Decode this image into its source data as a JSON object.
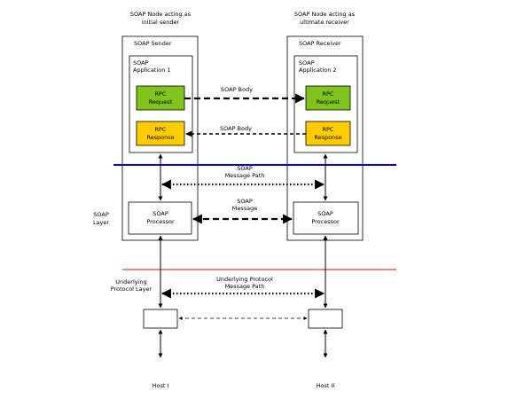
{
  "sender_node": {
    "caption": [
      "SOAP Node acting as",
      "initial sender"
    ],
    "title": "SOAP Sender",
    "application": [
      "SOAP",
      "Application 1"
    ],
    "request": [
      "RPC",
      "Request"
    ],
    "response": [
      "RPC",
      "Response"
    ],
    "processor": [
      "SOAP",
      "Processor"
    ],
    "host": "Host I"
  },
  "receiver_node": {
    "caption": [
      "SOAP Node acting as",
      "ultimate receiver"
    ],
    "title": "SOAP Receiver",
    "application": [
      "SOAP",
      "Application 2"
    ],
    "request": [
      "RPC",
      "Request"
    ],
    "response": [
      "RPC",
      "Response"
    ],
    "processor": [
      "SOAP",
      "Processor"
    ],
    "host": "Host II"
  },
  "labels": {
    "body_request": "SOAP Body",
    "body_response": "SOAP Body",
    "message_path": [
      "SOAP",
      "Message Path"
    ],
    "message": [
      "SOAP",
      "Message"
    ],
    "underlying_path": [
      "Underlying Protocol",
      "Message Path"
    ],
    "soap_layer": [
      "SOAP",
      "Layer"
    ],
    "underlying_layer": [
      "Underlying",
      "Protocol Layer"
    ]
  },
  "colors": {
    "request_fill": "#80c31c",
    "response_fill": "#ffcc00",
    "soap_layer_line": "#0000ff",
    "underlying_layer_line": "#ee4422"
  }
}
